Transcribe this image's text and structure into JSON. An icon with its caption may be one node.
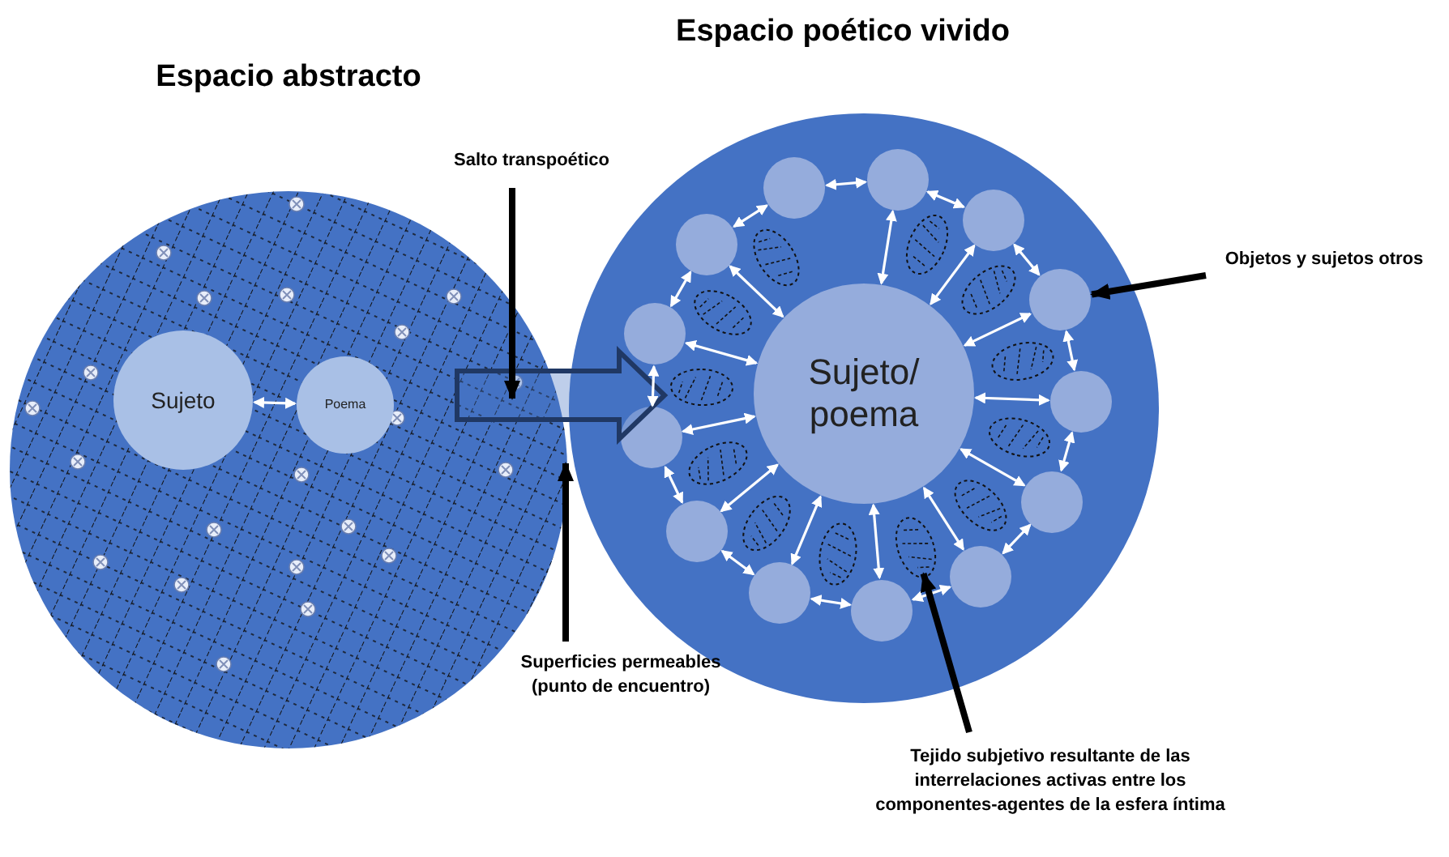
{
  "diagram": {
    "nodes": [
      {
        "text": [
          "Espacio abstracto"
        ]
      },
      {
        "text": [
          "Sujeto"
        ],
        "in": 0
      },
      {
        "text": [
          "Poema"
        ],
        "in": 0
      },
      {
        "text": [
          "Espacio poético vivido"
        ]
      },
      {
        "text": [
          "Sujeto/ poema"
        ],
        "in": 3
      },
      {
        "text": [],
        "shape": "circle",
        "in": 3
      },
      {
        "text": [],
        "shape": "circle",
        "in": 3
      },
      {
        "text": [],
        "shape": "circle",
        "in": 3
      },
      {
        "text": [],
        "shape": "circle",
        "in": 3
      },
      {
        "text": [],
        "shape": "circle",
        "in": 3
      },
      {
        "text": [],
        "shape": "circle",
        "in": 3
      },
      {
        "text": [],
        "shape": "circle",
        "in": 3
      },
      {
        "text": [],
        "shape": "circle",
        "in": 3
      },
      {
        "text": [],
        "shape": "circle",
        "in": 3
      },
      {
        "text": [],
        "shape": "circle",
        "in": 3
      },
      {
        "text": [],
        "shape": "circle",
        "in": 3
      },
      {
        "text": [],
        "shape": "circle",
        "in": 3
      },
      {
        "text": [],
        "shape": "circle",
        "in": 3
      },
      {
        "text": [
          "Salto transpoético"
        ]
      },
      {
        "text": [
          "Superficies permeables (punto de encuentro)"
        ]
      },
      {
        "text": [
          "Objetos y sujetos otros"
        ]
      },
      {
        "text": [
          "Tejido subjetivo resultante de las interrelaciones activas entre los componentes-agentes de la esfera íntima"
        ]
      },
      {
        "text": [],
        "shape": "ellipse",
        "in": 3
      },
      {
        "text": [],
        "shape": "ellipse",
        "in": 3
      },
      {
        "text": [],
        "shape": "ellipse",
        "in": 3
      },
      {
        "text": [],
        "shape": "ellipse",
        "in": 3
      },
      {
        "text": [],
        "shape": "ellipse",
        "in": 3
      },
      {
        "text": [],
        "shape": "ellipse",
        "in": 3
      },
      {
        "text": [],
        "shape": "ellipse",
        "in": 3
      },
      {
        "text": [],
        "shape": "ellipse",
        "in": 3
      },
      {
        "text": [],
        "shape": "ellipse",
        "in": 3
      },
      {
        "text": [],
        "shape": "ellipse",
        "in": 3
      },
      {
        "text": [],
        "shape": "ellipse",
        "in": 3
      },
      {
        "text": [],
        "shape": "ellipse",
        "in": 3
      }
    ],
    "edges": [
      {
        "from": 1,
        "to": 2,
        "arrow": "both"
      },
      {
        "from": 0,
        "to": 3,
        "arrow": "to",
        "style": "thick",
        "color": "#203864"
      },
      {
        "from": 5,
        "to": 6,
        "arrow": "both"
      },
      {
        "from": 6,
        "to": 7,
        "arrow": "both"
      },
      {
        "from": 7,
        "to": 8,
        "arrow": "both"
      },
      {
        "from": 8,
        "to": 9,
        "arrow": "both"
      },
      {
        "from": 9,
        "to": 10,
        "arrow": "both"
      },
      {
        "from": 10,
        "to": 11,
        "arrow": "both"
      },
      {
        "from": 11,
        "to": 12,
        "arrow": "both"
      },
      {
        "from": 12,
        "to": 13,
        "arrow": "both"
      },
      {
        "from": 13,
        "to": 14,
        "arrow": "both"
      },
      {
        "from": 14,
        "to": 15,
        "arrow": "both"
      },
      {
        "from": 15,
        "to": 16,
        "arrow": "both"
      },
      {
        "from": 16,
        "to": 17,
        "arrow": "both"
      },
      {
        "from": 17,
        "to": 5,
        "arrow": "both"
      },
      {
        "from": 18,
        "to": 0,
        "arrow": "to",
        "style": "thick",
        "color": "#000000"
      },
      {
        "from": 19,
        "to": 0,
        "arrow": "to",
        "style": "thick",
        "color": "#000000"
      },
      {
        "from": 20,
        "to": 7,
        "arrow": "to",
        "style": "thick",
        "color": "#000000"
      },
      {
        "from": 21,
        "to": 27,
        "arrow": "to",
        "style": "thick",
        "color": "#000000"
      },
      {
        "from": 4,
        "to": 5,
        "arrow": "both"
      },
      {
        "from": 4,
        "to": 6,
        "arrow": "both"
      },
      {
        "from": 4,
        "to": 7,
        "arrow": "both"
      },
      {
        "from": 4,
        "to": 8,
        "arrow": "both"
      },
      {
        "from": 4,
        "to": 9,
        "arrow": "both"
      },
      {
        "from": 4,
        "to": 10,
        "arrow": "both"
      },
      {
        "from": 4,
        "to": 11,
        "arrow": "both"
      },
      {
        "from": 4,
        "to": 12,
        "arrow": "both"
      },
      {
        "from": 4,
        "to": 13,
        "arrow": "both"
      },
      {
        "from": 4,
        "to": 14,
        "arrow": "both"
      },
      {
        "from": 4,
        "to": 15,
        "arrow": "both"
      },
      {
        "from": 4,
        "to": 16,
        "arrow": "both"
      }
    ]
  }
}
